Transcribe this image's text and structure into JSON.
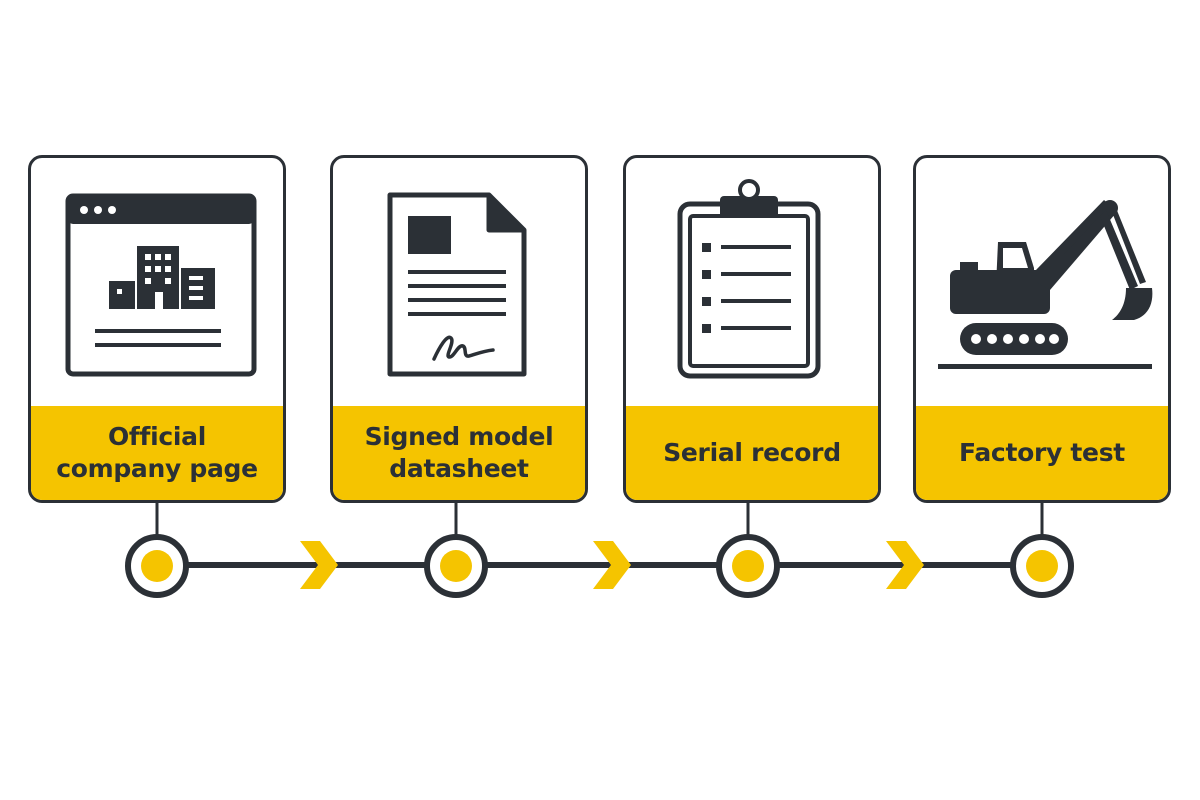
{
  "steps": [
    {
      "label": "Official company page",
      "icon": "browser-buildings-icon"
    },
    {
      "label": "Signed model datasheet",
      "icon": "signed-document-icon"
    },
    {
      "label": "Serial record",
      "icon": "clipboard-checklist-icon"
    },
    {
      "label": "Factory test",
      "icon": "excavator-icon"
    }
  ],
  "colors": {
    "accent": "#f5c400",
    "ink": "#2b3036",
    "background": "#ffffff"
  }
}
